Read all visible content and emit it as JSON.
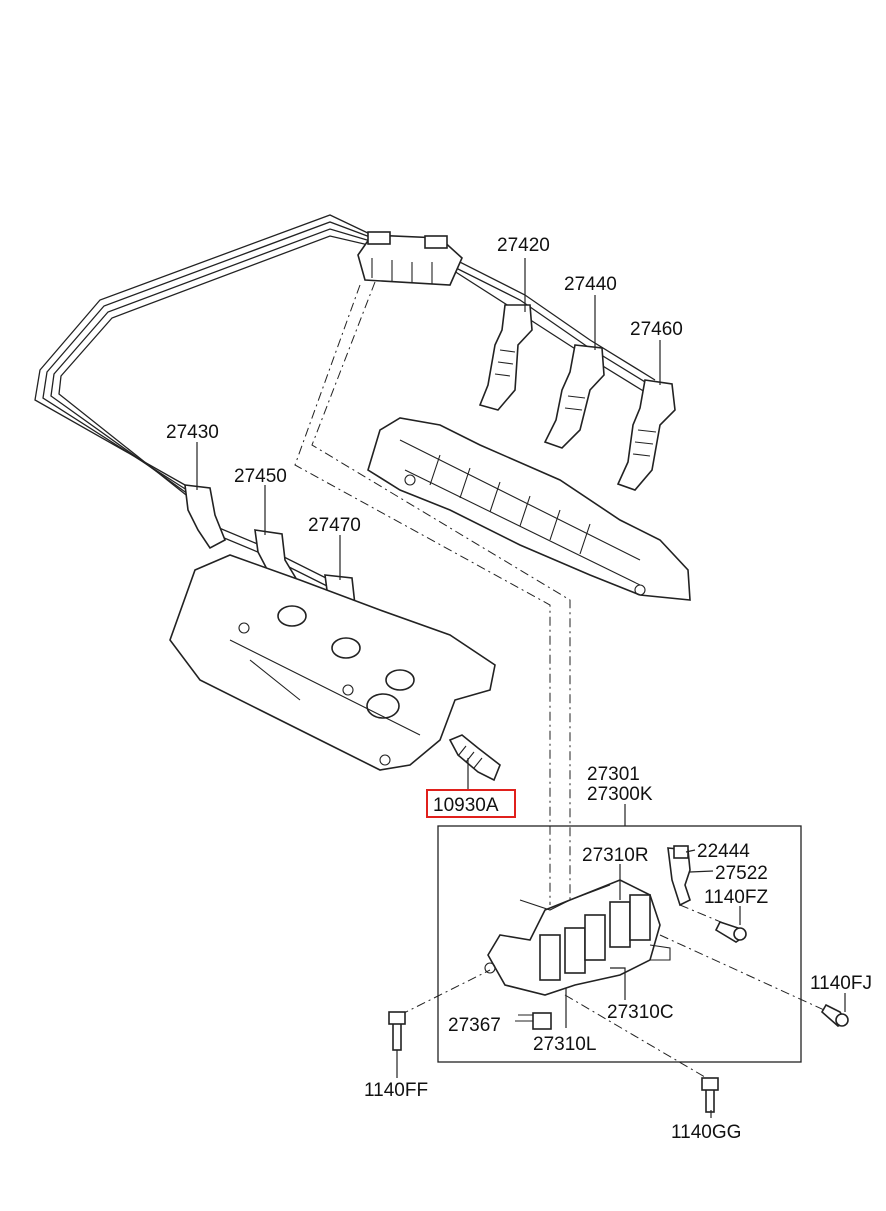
{
  "labels": {
    "p27420": "27420",
    "p27440": "27440",
    "p27460": "27460",
    "p27430": "27430",
    "p27450": "27450",
    "p27470": "27470",
    "p10930A": "10930A",
    "p27301": "27301",
    "p27300K": "27300K",
    "p27310R": "27310R",
    "p22444": "22444",
    "p27522": "27522",
    "p1140FZ": "1140FZ",
    "p1140FJ": "1140FJ",
    "p27310C": "27310C",
    "p27367": "27367",
    "p27310L": "27310L",
    "p1140FF": "1140FF",
    "p1140GG": "1140GG"
  },
  "highlight": {
    "part": "10930A",
    "box_color": "#e0201c"
  }
}
